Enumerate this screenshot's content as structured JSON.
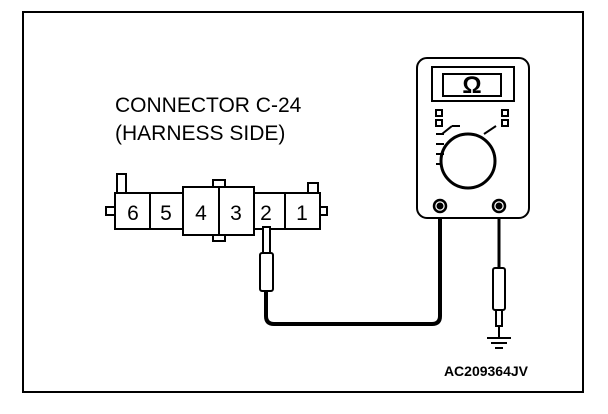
{
  "connector": {
    "title_line1": "CONNECTOR C-24",
    "title_line2": "(HARNESS SIDE)",
    "pins": [
      "6",
      "5",
      "4",
      "3",
      "2",
      "1"
    ]
  },
  "multimeter": {
    "unit_symbol": "Ω",
    "mode": "resistance"
  },
  "probe_pin": "2",
  "ground_symbol": "ground-icon",
  "figure_code": "AC209364JV",
  "colors": {
    "line": "#000000",
    "background": "#ffffff"
  }
}
